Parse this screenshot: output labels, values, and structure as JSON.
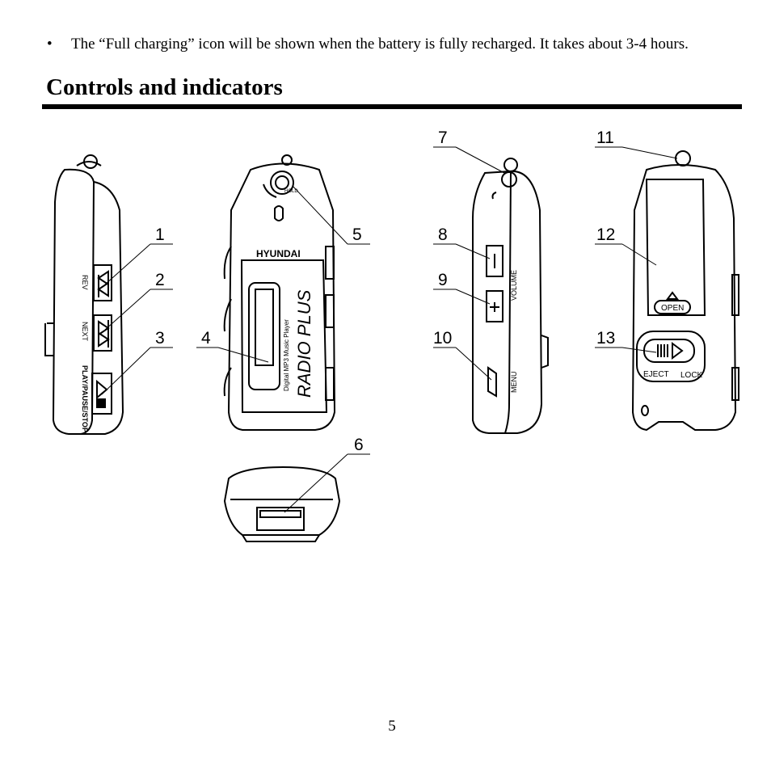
{
  "bullet": {
    "symbol": "•",
    "text": "The “Full charging” icon will be shown when the battery is fully recharged. It takes about 3-4 hours."
  },
  "heading": "Controls and indicators",
  "figure": {
    "callouts": [
      "1",
      "2",
      "3",
      "4",
      "5",
      "6",
      "7",
      "8",
      "9",
      "10",
      "11",
      "12",
      "13"
    ],
    "labels": {
      "rev": "REV",
      "next": "NEXT",
      "play": "PLAY/PAUSE/STOP",
      "brand": "HYUNDAI",
      "hold": "HOLD",
      "radio_plus": "RADIO  PLUS",
      "digital": "Digital  MP3  Music Player",
      "volume": "VOLUME",
      "menu": "MENU",
      "open": "OPEN",
      "eject": "EJECT",
      "lock": "LOCK"
    }
  },
  "page_number": "5"
}
